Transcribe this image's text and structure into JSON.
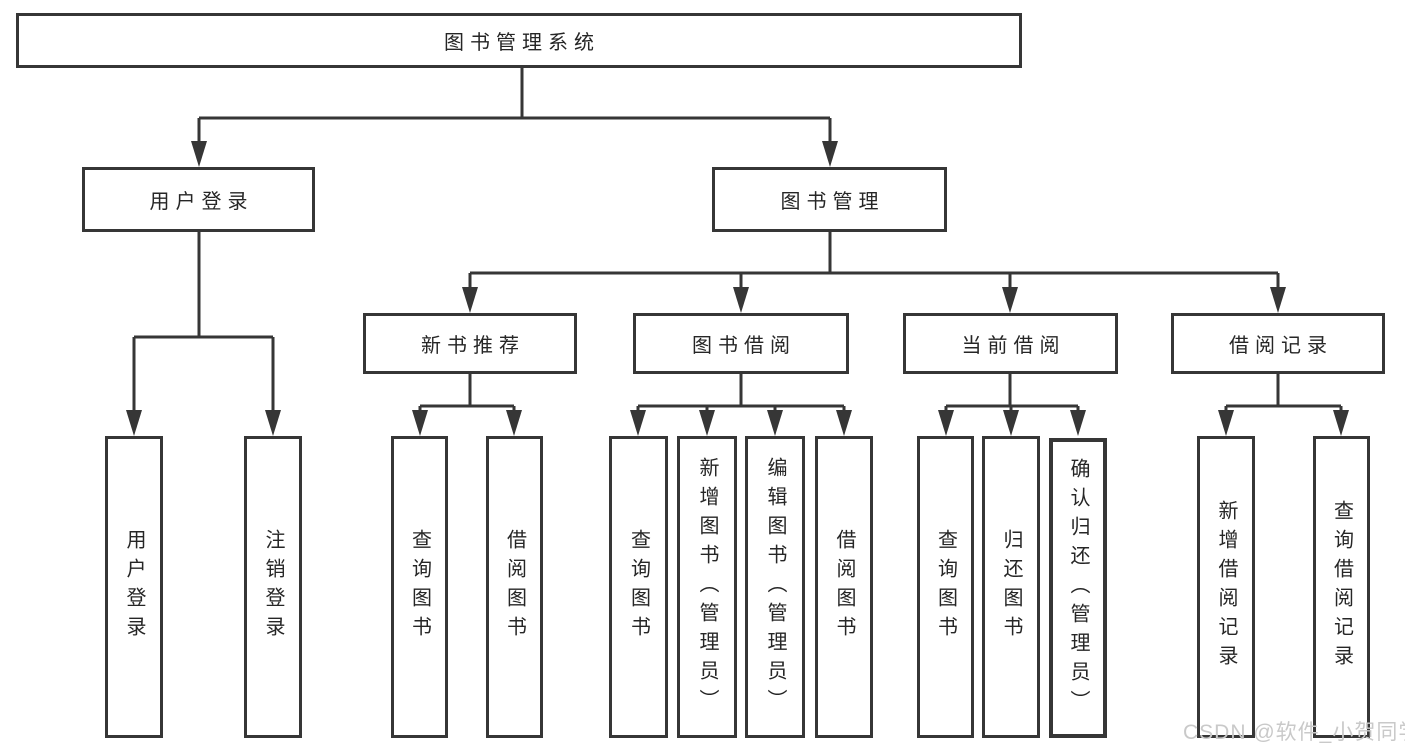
{
  "diagram": {
    "root": {
      "label": "图书管理系统"
    },
    "level2": [
      {
        "label": "用户登录"
      },
      {
        "label": "图书管理"
      }
    ],
    "level3": [
      {
        "label": "新书推荐"
      },
      {
        "label": "图书借阅"
      },
      {
        "label": "当前借阅"
      },
      {
        "label": "借阅记录"
      }
    ],
    "level4": {
      "user_login": [
        "用户登录",
        "注销登录"
      ],
      "new_book": [
        "查询图书",
        "借阅图书"
      ],
      "book_borrow": [
        "查询图书",
        "新增图书（管理员）",
        "编辑图书（管理员）",
        "借阅图书"
      ],
      "current_borrow": [
        "查询图书",
        "归还图书",
        "确认归还（管理员）"
      ],
      "borrow_record": [
        "新增借阅记录",
        "查询借阅记录"
      ]
    },
    "line_color": "#363636",
    "text_color": "#262626"
  },
  "watermark": {
    "text": "CSDN @软件_小贺同学",
    "color": "#c9c9c9"
  }
}
